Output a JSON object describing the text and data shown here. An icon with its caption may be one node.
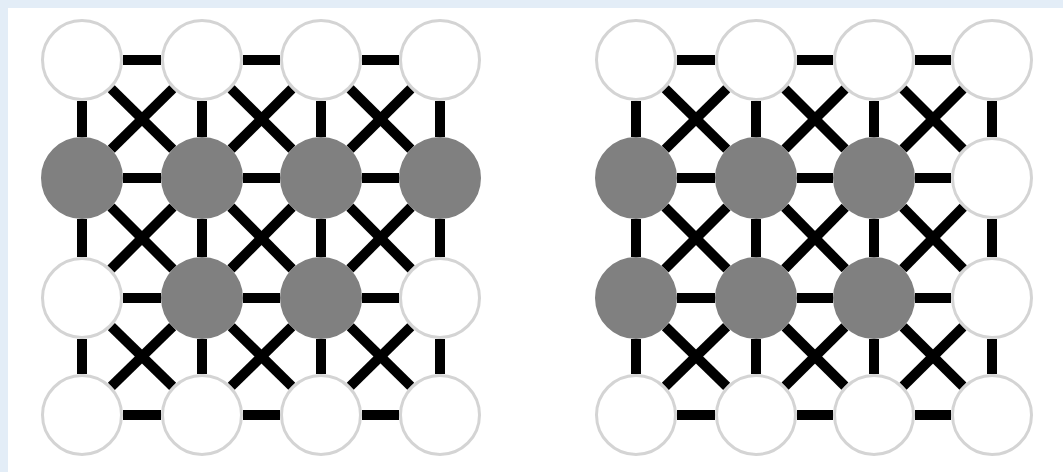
{
  "diagram": {
    "nodes": [
      {
        "text": [],
        "shape": "circle"
      },
      {
        "text": [],
        "shape": "circle"
      },
      {
        "text": [],
        "shape": "circle"
      },
      {
        "text": [],
        "shape": "circle"
      },
      {
        "text": [],
        "shape": "circle"
      },
      {
        "text": [],
        "shape": "circle"
      },
      {
        "text": [],
        "shape": "circle"
      },
      {
        "text": [],
        "shape": "circle"
      },
      {
        "text": [],
        "shape": "circle"
      },
      {
        "text": [],
        "shape": "circle"
      },
      {
        "text": [],
        "shape": "circle"
      },
      {
        "text": [],
        "shape": "circle"
      },
      {
        "text": [],
        "shape": "circle"
      },
      {
        "text": [],
        "shape": "circle"
      },
      {
        "text": [],
        "shape": "circle"
      },
      {
        "text": [],
        "shape": "circle"
      },
      {
        "text": [],
        "shape": "circle"
      },
      {
        "text": [],
        "shape": "circle"
      },
      {
        "text": [],
        "shape": "circle"
      },
      {
        "text": [],
        "shape": "circle"
      },
      {
        "text": [],
        "shape": "circle"
      },
      {
        "text": [],
        "shape": "circle"
      },
      {
        "text": [],
        "shape": "circle"
      },
      {
        "text": [],
        "shape": "circle"
      },
      {
        "text": [],
        "shape": "circle"
      },
      {
        "text": [],
        "shape": "circle"
      },
      {
        "text": [],
        "shape": "circle"
      },
      {
        "text": [],
        "shape": "circle"
      },
      {
        "text": [],
        "shape": "circle"
      },
      {
        "text": [],
        "shape": "circle"
      },
      {
        "text": [],
        "shape": "circle"
      },
      {
        "text": [],
        "shape": "circle"
      }
    ],
    "edges": [
      {
        "from": 0,
        "to": 1,
        "arrow": "none"
      },
      {
        "from": 1,
        "to": 2,
        "arrow": "none"
      },
      {
        "from": 2,
        "to": 3,
        "arrow": "none"
      },
      {
        "from": 4,
        "to": 5,
        "arrow": "none"
      },
      {
        "from": 5,
        "to": 6,
        "arrow": "none"
      },
      {
        "from": 6,
        "to": 7,
        "arrow": "none"
      },
      {
        "from": 8,
        "to": 9,
        "arrow": "none"
      },
      {
        "from": 9,
        "to": 10,
        "arrow": "none"
      },
      {
        "from": 10,
        "to": 11,
        "arrow": "none"
      },
      {
        "from": 12,
        "to": 13,
        "arrow": "none"
      },
      {
        "from": 13,
        "to": 14,
        "arrow": "none"
      },
      {
        "from": 14,
        "to": 15,
        "arrow": "none"
      },
      {
        "from": 0,
        "to": 4,
        "arrow": "none"
      },
      {
        "from": 1,
        "to": 5,
        "arrow": "none"
      },
      {
        "from": 2,
        "to": 6,
        "arrow": "none"
      },
      {
        "from": 3,
        "to": 7,
        "arrow": "none"
      },
      {
        "from": 4,
        "to": 8,
        "arrow": "none"
      },
      {
        "from": 5,
        "to": 9,
        "arrow": "none"
      },
      {
        "from": 6,
        "to": 10,
        "arrow": "none"
      },
      {
        "from": 7,
        "to": 11,
        "arrow": "none"
      },
      {
        "from": 8,
        "to": 12,
        "arrow": "none"
      },
      {
        "from": 9,
        "to": 13,
        "arrow": "none"
      },
      {
        "from": 10,
        "to": 14,
        "arrow": "none"
      },
      {
        "from": 11,
        "to": 15,
        "arrow": "none"
      },
      {
        "from": 0,
        "to": 5,
        "arrow": "none"
      },
      {
        "from": 1,
        "to": 6,
        "arrow": "none"
      },
      {
        "from": 2,
        "to": 7,
        "arrow": "none"
      },
      {
        "from": 4,
        "to": 9,
        "arrow": "none"
      },
      {
        "from": 5,
        "to": 10,
        "arrow": "none"
      },
      {
        "from": 6,
        "to": 11,
        "arrow": "none"
      },
      {
        "from": 8,
        "to": 13,
        "arrow": "none"
      },
      {
        "from": 9,
        "to": 14,
        "arrow": "none"
      },
      {
        "from": 10,
        "to": 15,
        "arrow": "none"
      },
      {
        "from": 1,
        "to": 4,
        "arrow": "none"
      },
      {
        "from": 2,
        "to": 5,
        "arrow": "none"
      },
      {
        "from": 3,
        "to": 6,
        "arrow": "none"
      },
      {
        "from": 5,
        "to": 8,
        "arrow": "none"
      },
      {
        "from": 6,
        "to": 9,
        "arrow": "none"
      },
      {
        "from": 7,
        "to": 10,
        "arrow": "none"
      },
      {
        "from": 9,
        "to": 12,
        "arrow": "none"
      },
      {
        "from": 10,
        "to": 13,
        "arrow": "none"
      },
      {
        "from": 11,
        "to": 14,
        "arrow": "none"
      },
      {
        "from": 16,
        "to": 17,
        "arrow": "none"
      },
      {
        "from": 17,
        "to": 18,
        "arrow": "none"
      },
      {
        "from": 18,
        "to": 19,
        "arrow": "none"
      },
      {
        "from": 20,
        "to": 21,
        "arrow": "none"
      },
      {
        "from": 21,
        "to": 22,
        "arrow": "none"
      },
      {
        "from": 22,
        "to": 23,
        "arrow": "none"
      },
      {
        "from": 24,
        "to": 25,
        "arrow": "none"
      },
      {
        "from": 25,
        "to": 26,
        "arrow": "none"
      },
      {
        "from": 26,
        "to": 27,
        "arrow": "none"
      },
      {
        "from": 28,
        "to": 29,
        "arrow": "none"
      },
      {
        "from": 29,
        "to": 30,
        "arrow": "none"
      },
      {
        "from": 30,
        "to": 31,
        "arrow": "none"
      },
      {
        "from": 16,
        "to": 20,
        "arrow": "none"
      },
      {
        "from": 17,
        "to": 21,
        "arrow": "none"
      },
      {
        "from": 18,
        "to": 22,
        "arrow": "none"
      },
      {
        "from": 19,
        "to": 23,
        "arrow": "none"
      },
      {
        "from": 20,
        "to": 24,
        "arrow": "none"
      },
      {
        "from": 21,
        "to": 25,
        "arrow": "none"
      },
      {
        "from": 22,
        "to": 26,
        "arrow": "none"
      },
      {
        "from": 23,
        "to": 27,
        "arrow": "none"
      },
      {
        "from": 24,
        "to": 28,
        "arrow": "none"
      },
      {
        "from": 25,
        "to": 29,
        "arrow": "none"
      },
      {
        "from": 26,
        "to": 30,
        "arrow": "none"
      },
      {
        "from": 27,
        "to": 31,
        "arrow": "none"
      },
      {
        "from": 16,
        "to": 21,
        "arrow": "none"
      },
      {
        "from": 17,
        "to": 22,
        "arrow": "none"
      },
      {
        "from": 18,
        "to": 23,
        "arrow": "none"
      },
      {
        "from": 20,
        "to": 25,
        "arrow": "none"
      },
      {
        "from": 21,
        "to": 26,
        "arrow": "none"
      },
      {
        "from": 22,
        "to": 27,
        "arrow": "none"
      },
      {
        "from": 24,
        "to": 29,
        "arrow": "none"
      },
      {
        "from": 25,
        "to": 30,
        "arrow": "none"
      },
      {
        "from": 26,
        "to": 31,
        "arrow": "none"
      },
      {
        "from": 17,
        "to": 20,
        "arrow": "none"
      },
      {
        "from": 18,
        "to": 21,
        "arrow": "none"
      },
      {
        "from": 19,
        "to": 22,
        "arrow": "none"
      },
      {
        "from": 21,
        "to": 24,
        "arrow": "none"
      },
      {
        "from": 22,
        "to": 25,
        "arrow": "none"
      },
      {
        "from": 23,
        "to": 26,
        "arrow": "none"
      },
      {
        "from": 25,
        "to": 28,
        "arrow": "none"
      },
      {
        "from": 26,
        "to": 29,
        "arrow": "none"
      },
      {
        "from": 27,
        "to": 30,
        "arrow": "none"
      }
    ]
  }
}
